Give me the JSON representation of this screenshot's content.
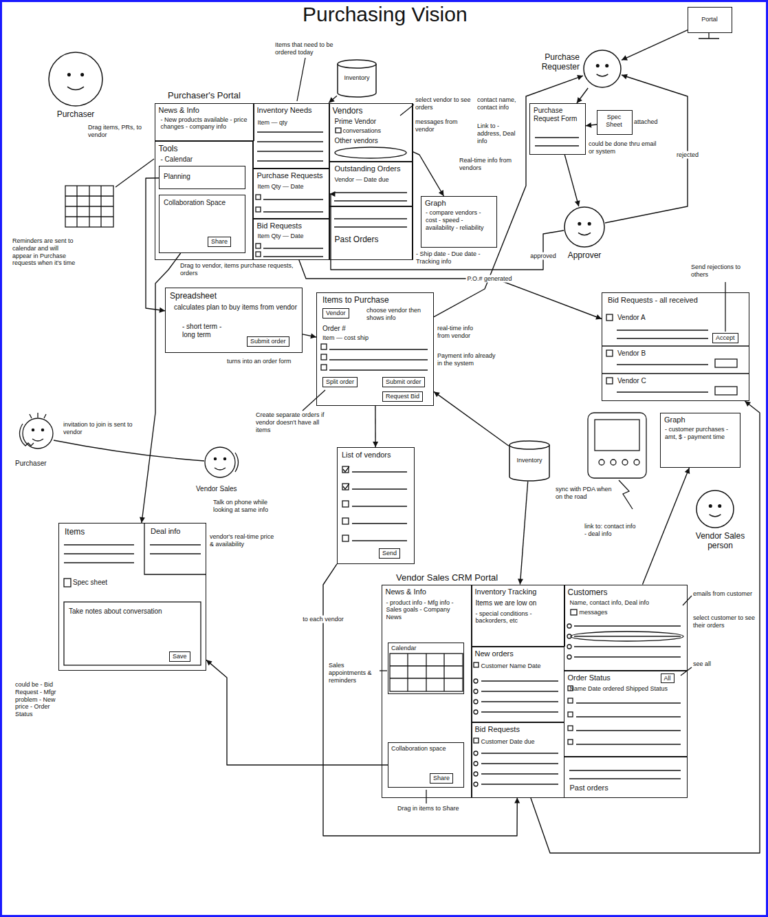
{
  "diagram": {
    "title": "Purchasing Vision",
    "nodes": [
      {
        "text": [
          "Purchaser"
        ]
      },
      {
        "text": [
          "Purchaser's Portal"
        ]
      },
      {
        "text": [
          "News & Info",
          "- New products available - price changes - company info"
        ],
        "in": 1
      },
      {
        "text": [
          "Tools",
          "- Calendar"
        ],
        "in": 1
      },
      {
        "text": [
          "Planning"
        ],
        "in": 3
      },
      {
        "text": [
          "Collaboration Space",
          "Share"
        ],
        "in": 3
      },
      {
        "text": [
          "Inventory Needs",
          "Item — qty"
        ],
        "in": 1
      },
      {
        "text": [
          "Purchase Requests",
          "Item Qty — Date"
        ],
        "in": 1
      },
      {
        "text": [
          "Bid Requests",
          "Item Qty — Date"
        ],
        "in": 1
      },
      {
        "text": [
          "Vendors",
          "Prime Vendor",
          "conversations",
          "Other vendors"
        ],
        "in": 1
      },
      {
        "text": [
          "Outstanding Orders",
          "Vendor — Date due"
        ],
        "in": 1
      },
      {
        "text": [
          "Past Orders"
        ],
        "in": 1
      },
      {
        "text": [
          "Inventory"
        ]
      },
      {
        "text": [
          "Portal"
        ]
      },
      {
        "text": [
          "Purchase Requester"
        ]
      },
      {
        "text": [
          "Purchase Request Form"
        ]
      },
      {
        "text": [
          "Spec Sheet"
        ]
      },
      {
        "text": [
          "Graph",
          "- compare vendors - cost - speed - availability - reliability"
        ]
      },
      {
        "text": [
          "Approver"
        ]
      },
      {
        "text": [
          "Spreadsheet",
          "calculates plan to buy items from vendor",
          "- short term - long term",
          "Submit order"
        ]
      },
      {
        "text": [
          "Items to Purchase",
          "Vendor",
          "choose vendor then shows info",
          "Order #",
          "Item — cost ship",
          "Split order",
          "Submit order",
          "Request Bid"
        ]
      },
      {
        "text": [
          "Bid Requests - all received",
          "Vendor A",
          "Accept",
          "Vendor B",
          "Vendor C"
        ]
      },
      {
        "text": [
          "Items",
          "Deal info",
          "Spec sheet",
          "Take notes about conversation",
          "Save"
        ]
      },
      {
        "text": [
          "List of vendors",
          "Send"
        ]
      },
      {
        "text": [
          "Inventory"
        ]
      },
      {
        "text": [
          "Graph",
          "- customer purchases - amt, $ - payment time"
        ]
      },
      {
        "text": [
          "Vendor Sales person"
        ]
      },
      {
        "text": [
          "Vendor Sales CRM Portal"
        ]
      },
      {
        "text": [
          "News & Info",
          "- product info - Mfg info - Sales goals - Company News"
        ],
        "in": 27
      },
      {
        "text": [
          "Calendar"
        ],
        "in": 28
      },
      {
        "text": [
          "Collaboration space",
          "Share"
        ],
        "in": 28
      },
      {
        "text": [
          "Inventory Tracking",
          "Items we are low on",
          "- special conditions - backorders, etc"
        ],
        "in": 27
      },
      {
        "text": [
          "New orders",
          "Customer Name Date"
        ],
        "in": 27
      },
      {
        "text": [
          "Bid Requests",
          "Customer Date due"
        ],
        "in": 27
      },
      {
        "text": [
          "Customers",
          "Name, contact info, Deal info",
          "messages"
        ],
        "in": 27
      },
      {
        "text": [
          "Order Status",
          "All",
          "Name Date ordered Shipped Status"
        ],
        "in": 27
      },
      {
        "text": [
          "Past orders"
        ],
        "in": 27
      }
    ],
    "edges": [
      {
        "from": 12,
        "to": 6,
        "arrow": "to"
      },
      {
        "from": 13,
        "to": 14,
        "arrow": "to"
      },
      {
        "from": 14,
        "to": 15,
        "arrow": "to"
      },
      {
        "from": 16,
        "to": 15,
        "arrow": "to"
      },
      {
        "from": 15,
        "to": 18,
        "arrow": "to"
      },
      {
        "from": 18,
        "to": 14,
        "label": "rejected",
        "arrow": "to"
      },
      {
        "from": 18,
        "to": 7,
        "label": "approved",
        "arrow": "to"
      },
      {
        "from": 20,
        "to": 14,
        "label": "P.O.# generated",
        "arrow": "to"
      },
      {
        "from": 9,
        "to": 17,
        "arrow": "to"
      },
      {
        "from": 8,
        "to": 21,
        "arrow": "to"
      },
      {
        "from": 4,
        "to": 19,
        "arrow": "to"
      },
      {
        "from": 19,
        "to": 20,
        "arrow": "to"
      },
      {
        "from": 20,
        "to": 23,
        "arrow": "to"
      },
      {
        "from": 23,
        "to": 33,
        "label": "to each vendor",
        "arrow": "to"
      },
      {
        "from": 33,
        "to": 21,
        "arrow": "to"
      },
      {
        "from": 24,
        "to": 31,
        "arrow": "to"
      },
      {
        "from": 24,
        "to": 20,
        "arrow": "to"
      },
      {
        "from": 30,
        "to": 22,
        "arrow": "to"
      },
      {
        "from": 5,
        "to": 22,
        "arrow": "to"
      },
      {
        "from": 34,
        "to": 25,
        "arrow": "to"
      }
    ],
    "labels": [
      "Items that need to be ordered today",
      "select vendor to see orders",
      "messages from vendor",
      "contact name, contact info",
      "Link to - address, Deal info",
      "Real-time info from vendors",
      "- Ship date - Due date - Tracking info",
      "Drag items, PRs, to vendor",
      "Drag to vendor, items purchase requests, orders",
      "attached",
      "could be done thru email or system",
      "Send rejections to others",
      "Reminders are sent to calendar and will appear in Purchase requests when it's time",
      "turns into an order form",
      "real-time info from vendor",
      "Payment info already in the system",
      "Create separate orders if vendor doesn't have all items",
      "invitation to join is sent to vendor",
      "Purchaser",
      "Vendor Sales",
      "Talk on phone while looking at same info",
      "vendor's real-time price & availability",
      "could be - Bid Request - Mfgr problem - New price - Order Status",
      "sync with PDA when on the road",
      "link to: contact info - deal info",
      "emails from customer",
      "select customer to see their orders",
      "see all",
      "Sales appointments & reminders",
      "Drag in items to Share"
    ]
  }
}
